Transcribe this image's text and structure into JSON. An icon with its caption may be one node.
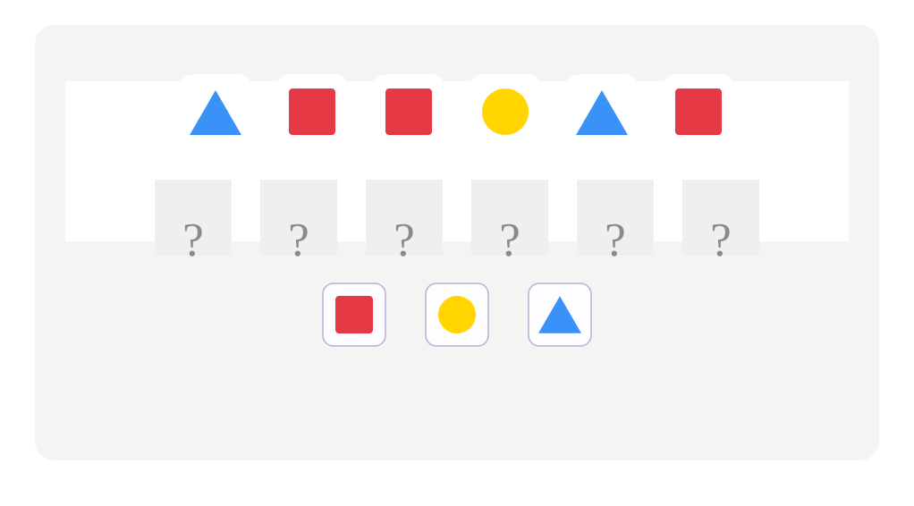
{
  "diagram": {
    "nodes": [
      {
        "text": [],
        "shape": "triangle"
      },
      {
        "text": [],
        "shape": "square"
      },
      {
        "text": [],
        "shape": "square"
      },
      {
        "text": [],
        "shape": "circle"
      },
      {
        "text": [],
        "shape": "triangle"
      },
      {
        "text": [],
        "shape": "square"
      },
      {
        "text": [
          "?"
        ]
      },
      {
        "text": [
          "?"
        ]
      },
      {
        "text": [
          "?"
        ]
      },
      {
        "text": [
          "?"
        ]
      },
      {
        "text": [
          "?"
        ]
      },
      {
        "text": [
          "?"
        ]
      },
      {
        "text": [],
        "shape": "box"
      },
      {
        "text": [],
        "shape": "square",
        "in": 12
      },
      {
        "text": [],
        "shape": "box"
      },
      {
        "text": [],
        "shape": "circle",
        "in": 14
      },
      {
        "text": [],
        "shape": "box"
      },
      {
        "text": [],
        "shape": "triangle",
        "in": 16
      }
    ]
  }
}
